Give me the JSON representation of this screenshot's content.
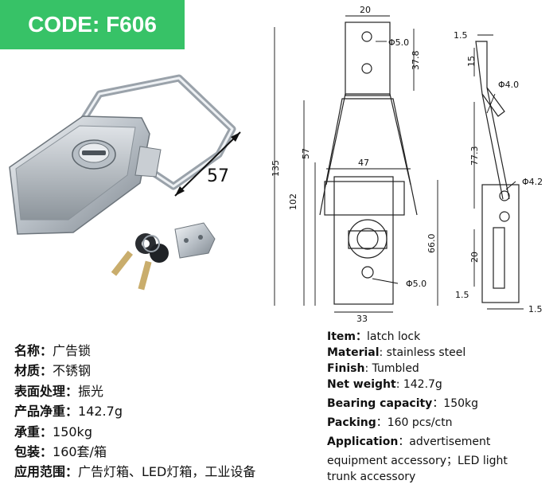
{
  "banner": {
    "code": "CODE: F606"
  },
  "photo": {
    "dimension_label": "57"
  },
  "drawing": {
    "top_width": "20",
    "hole_top": "Φ5.0",
    "height_37": "37.8",
    "height_135": "135",
    "height_57": "57",
    "height_102": "102",
    "width_47": "47",
    "height_66": "66.0",
    "hole_bottom": "Φ5.0",
    "width_33": "33",
    "side_top_thickness": "1.5",
    "side_15": "15",
    "side_phi4": "Φ4.0",
    "side_77": "77.3",
    "side_phi42": "Φ4.2",
    "side_20": "20",
    "side_bottom_left": "1.5",
    "side_bottom_right": "1.5"
  },
  "cn_specs": [
    {
      "label": "名称：",
      "value": "广告锁"
    },
    {
      "label": "材质：",
      "value": "不锈钢"
    },
    {
      "label": "表面处理：",
      "value": "振光"
    },
    {
      "label": "产品净重：",
      "value": "142.7g"
    },
    {
      "label": "承重：",
      "value": "150kg"
    },
    {
      "label": "包装：",
      "value": "160套/箱"
    },
    {
      "label": "应用范围：",
      "value": "广告灯箱、LED灯箱，工业设备"
    }
  ],
  "en_specs": {
    "item": {
      "label": "Item：",
      "value": "latch lock"
    },
    "material": {
      "label": "Material",
      "value": ": stainless steel"
    },
    "finish": {
      "label": "Finish",
      "value": ": Tumbled"
    },
    "net_weight": {
      "label": "Net weight",
      "value": ": 142.7g"
    },
    "bearing": {
      "label": "Bearing capacity",
      "value": "：150kg"
    },
    "packing": {
      "label": "Packing",
      "value": "：160 pcs/ctn"
    },
    "application": {
      "label": "Application",
      "value": "：advertisement"
    },
    "application_line2": "equipment accessory；LED light",
    "application_line3": "trunk accessory"
  }
}
